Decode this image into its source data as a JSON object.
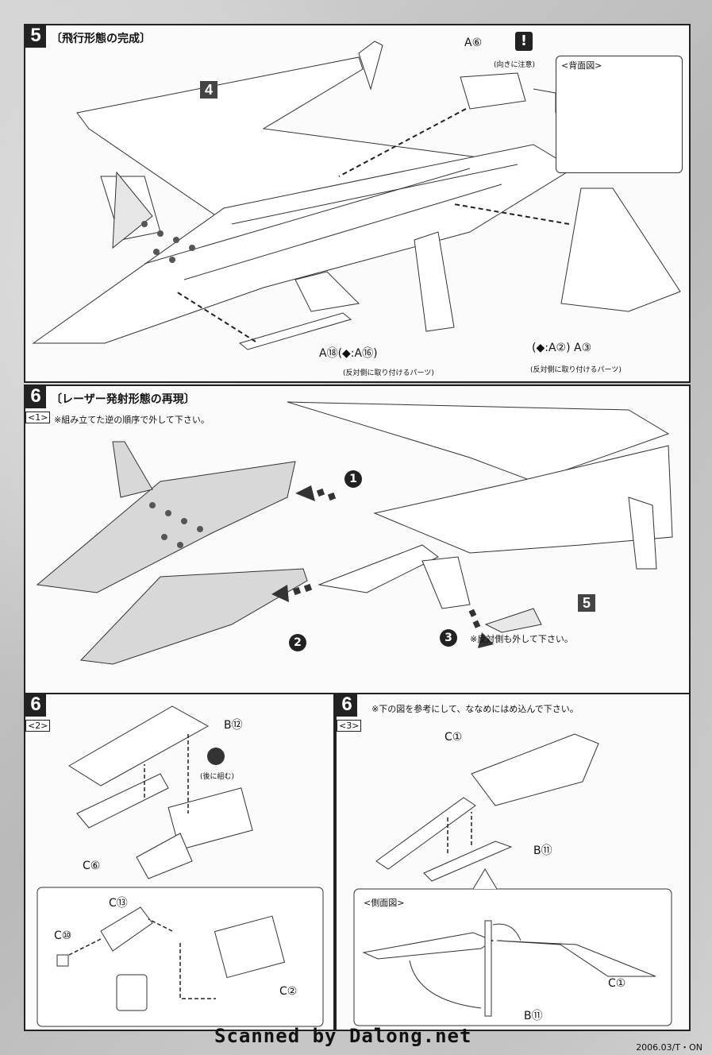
{
  "step5": {
    "number": "5",
    "title": "〔飛行形態の完成〕",
    "ref_part": "4",
    "part_a6": "A⑥",
    "caution_icon": "!",
    "orientation_note": "(向きに注意)",
    "back_view_label": "<背面図>",
    "part_a18": "A⑱(◆:A⑯)",
    "part_a2_a3": "(◆:A②) A③",
    "opposite_note": "(反対側に取り付けるパーツ)"
  },
  "step6": {
    "number": "6",
    "title": "〔レーザー発射形態の再現〕",
    "sub1": "<1>",
    "sub2": "<2>",
    "sub3": "<3>",
    "note1": "※組み立てた逆の順序で外して下さい。",
    "marker1": "1",
    "marker2": "2",
    "marker3": "3",
    "opposite_remove": "※反対側も外して下さい。",
    "ref_part": "5",
    "part_b12": "B⑫",
    "assemble_later": "(後に組む)",
    "part_c6": "C⑥",
    "part_c13": "C⑬",
    "part_c10": "C⑩",
    "part_c2": "C②",
    "note3": "※下の図を参考にして、ななめにはめ込んで下さい。",
    "part_c1": "C①",
    "part_b11": "B⑪",
    "side_view_label": "<側面図>"
  },
  "footer": {
    "credit": "Scanned by Dalong.net",
    "code": "2006.03/T・ON"
  }
}
